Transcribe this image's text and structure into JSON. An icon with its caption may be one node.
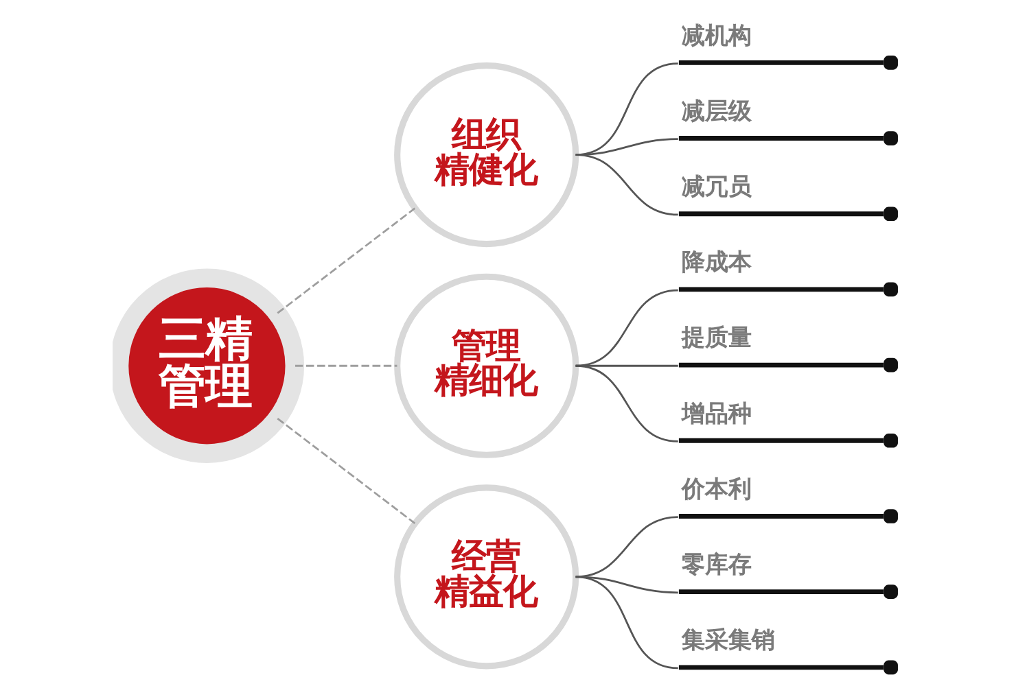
{
  "diagram": {
    "nodes": [
      {
        "text": [
          "三精管理"
        ]
      },
      {
        "text": [
          "组织精健化"
        ]
      },
      {
        "text": [
          "减机构"
        ]
      },
      {
        "text": [
          "减层级"
        ]
      },
      {
        "text": [
          "减冗员"
        ]
      },
      {
        "text": [
          "管理精细化"
        ]
      },
      {
        "text": [
          "降成本"
        ]
      },
      {
        "text": [
          "提质量"
        ]
      },
      {
        "text": [
          "增品种"
        ]
      },
      {
        "text": [
          "经营精益化"
        ]
      },
      {
        "text": [
          "价本利"
        ]
      },
      {
        "text": [
          "零库存"
        ]
      },
      {
        "text": [
          "集采集销"
        ]
      }
    ],
    "edges": [
      {
        "from": 0,
        "to": 1,
        "arrow": "none",
        "style": "dashed",
        "color": "#9e9e9e"
      },
      {
        "from": 0,
        "to": 5,
        "arrow": "none",
        "style": "dashed",
        "color": "#9e9e9e"
      },
      {
        "from": 0,
        "to": 9,
        "arrow": "none",
        "style": "dashed",
        "color": "#9e9e9e"
      },
      {
        "from": 1,
        "to": 2,
        "arrow": "none"
      },
      {
        "from": 1,
        "to": 3,
        "arrow": "none"
      },
      {
        "from": 1,
        "to": 4,
        "arrow": "none"
      },
      {
        "from": 5,
        "to": 6,
        "arrow": "none"
      },
      {
        "from": 5,
        "to": 7,
        "arrow": "none"
      },
      {
        "from": 5,
        "to": 8,
        "arrow": "none"
      },
      {
        "from": 9,
        "to": 10,
        "arrow": "none"
      },
      {
        "from": 9,
        "to": 11,
        "arrow": "none"
      },
      {
        "from": 9,
        "to": 12,
        "arrow": "none"
      }
    ]
  }
}
